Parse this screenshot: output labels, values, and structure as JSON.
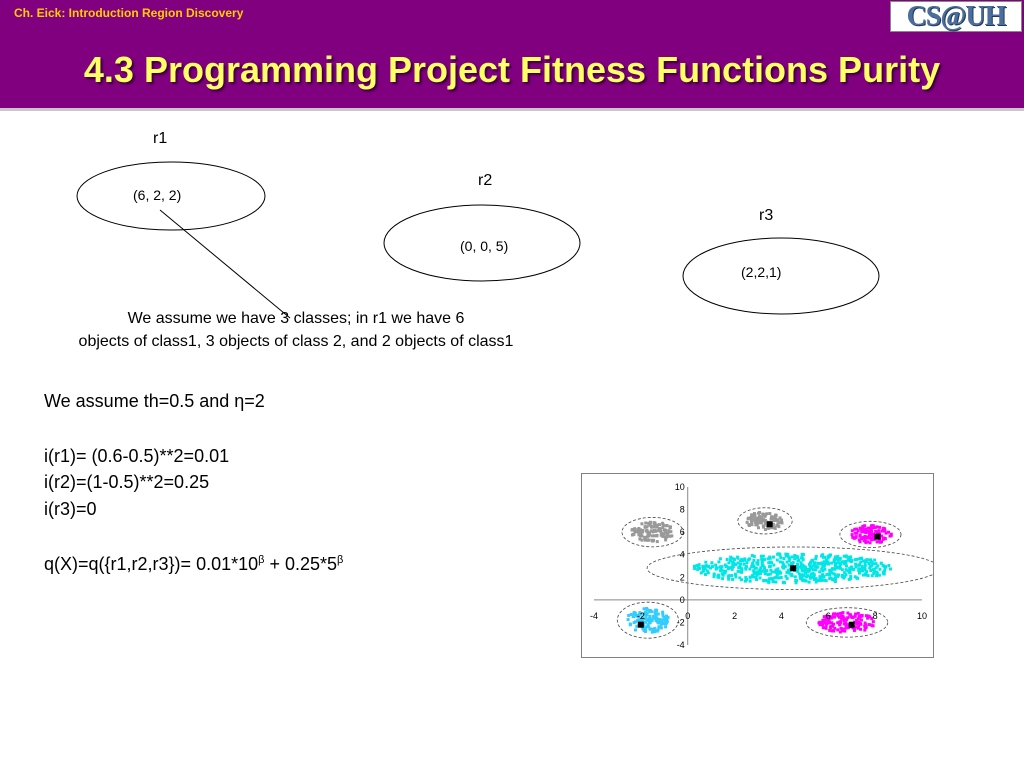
{
  "header": {
    "course_label": "Ch. Eick: Introduction Region Discovery",
    "title": "4.3 Programming Project Fitness Functions Purity",
    "logo_text": "CS@UH",
    "background_color": "#800080",
    "title_color": "#ffff66",
    "course_label_color": "#ffcc00"
  },
  "regions": [
    {
      "label": "r1",
      "tuple": "(6, 2, 2)"
    },
    {
      "label": "r2",
      "tuple": "(0, 0, 5)"
    },
    {
      "label": "r3",
      "tuple": "(2,2,1)"
    }
  ],
  "assumption": {
    "line1": "We assume we have 3 classes; in r1 we have 6",
    "line2": "objects of class1, 3 objects of class 2, and 2 objects of class1"
  },
  "formulas": {
    "params": "We assume th=0.5 and η=2",
    "i_r1": "i(r1)= (0.6-0.5)**2=0.01",
    "i_r2": "i(r2)=(1-0.5)**2=0.25",
    "i_r3": "i(r3)=0",
    "q_prefix": "q(X)=q({r1,r2,r3})= 0.01*10",
    "q_exp1": "β",
    "q_mid": " + 0.25*5",
    "q_exp2": "β"
  },
  "chart_data": {
    "type": "scatter",
    "xlim": [
      -4,
      10
    ],
    "ylim": [
      -4,
      10
    ],
    "x_ticks": [
      "-4",
      "-2",
      "0",
      "2",
      "4",
      "6",
      "8",
      "10"
    ],
    "y_ticks": [
      "10",
      "8",
      "6",
      "4",
      "2",
      "0",
      "-2",
      "-4"
    ],
    "grid": false,
    "legend": "none",
    "clusters": [
      {
        "color": "#999999",
        "cx": -1.5,
        "cy": 6.0,
        "rx": 0.9,
        "ry": 0.9,
        "centroid": null
      },
      {
        "color": "#999999",
        "cx": 3.3,
        "cy": 7.0,
        "rx": 0.8,
        "ry": 0.8,
        "centroid": [
          3.5,
          6.7
        ]
      },
      {
        "color": "#ff00ff",
        "cx": 7.8,
        "cy": 5.8,
        "rx": 0.9,
        "ry": 0.8,
        "centroid": [
          8.1,
          5.6
        ]
      },
      {
        "color": "#00e6e6",
        "cx": 4.5,
        "cy": 2.8,
        "rx": 4.3,
        "ry": 1.3,
        "centroid": [
          4.5,
          2.8
        ]
      },
      {
        "color": "#33ccff",
        "cx": -1.7,
        "cy": -1.8,
        "rx": 0.9,
        "ry": 1.1,
        "centroid": [
          -2.0,
          -2.2
        ]
      },
      {
        "color": "#ff00ff",
        "cx": 6.8,
        "cy": -2.0,
        "rx": 1.2,
        "ry": 0.9,
        "centroid": [
          7.0,
          -2.2
        ]
      }
    ],
    "colors": {
      "gray": "#999999",
      "magenta": "#ff00ff",
      "cyan": "#00e6e6",
      "blue": "#33ccff"
    }
  }
}
